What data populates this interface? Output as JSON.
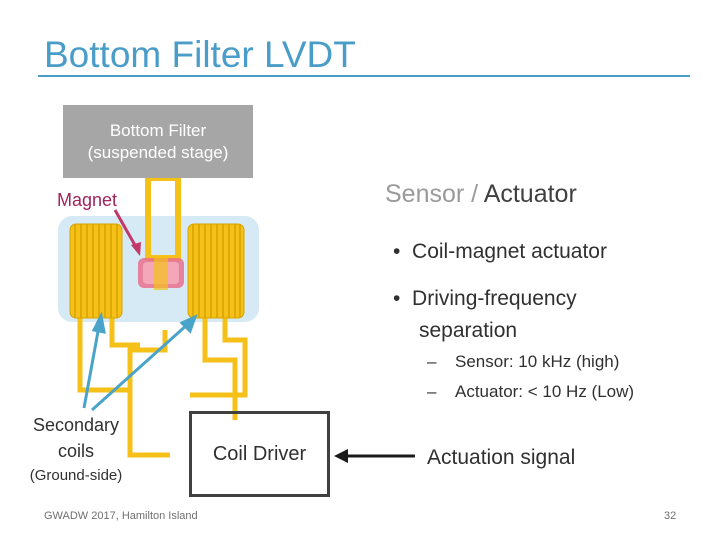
{
  "slide": {
    "title": "Bottom Filter LVDT",
    "page_number": "32",
    "footer": "GWADW 2017, Hamilton Island"
  },
  "diagram": {
    "stage_line1": "Bottom Filter",
    "stage_line2": "(suspended stage)",
    "magnet_label": "Magnet",
    "heading_sensor": "Sensor",
    "heading_sep": " / ",
    "heading_actuator": "Actuator",
    "secondary_line1": "Secondary",
    "secondary_line2": "coils",
    "ground_side": "(Ground-side)",
    "coil_driver": "Coil Driver",
    "actuation_signal": "Actuation signal"
  },
  "bullets": [
    {
      "text": "Coil-magnet actuator"
    },
    {
      "text": "Driving-frequency separation"
    }
  ],
  "sub_bullets": [
    {
      "dash": "–",
      "text": "Sensor: 10 kHz (high)"
    },
    {
      "dash": "–",
      "text": "Actuator: < 10 Hz (Low)"
    }
  ],
  "colors": {
    "title": "#4a9dc8",
    "coil": "#f5c118",
    "coil_edge": "#d9a200",
    "wire": "#f5c118",
    "arrow": "#4aa3c8",
    "magnet": "#e9708e",
    "magnet_pointer": "#c2386a",
    "stage": "#a6a6a6",
    "panel": "#d6eaf5"
  }
}
